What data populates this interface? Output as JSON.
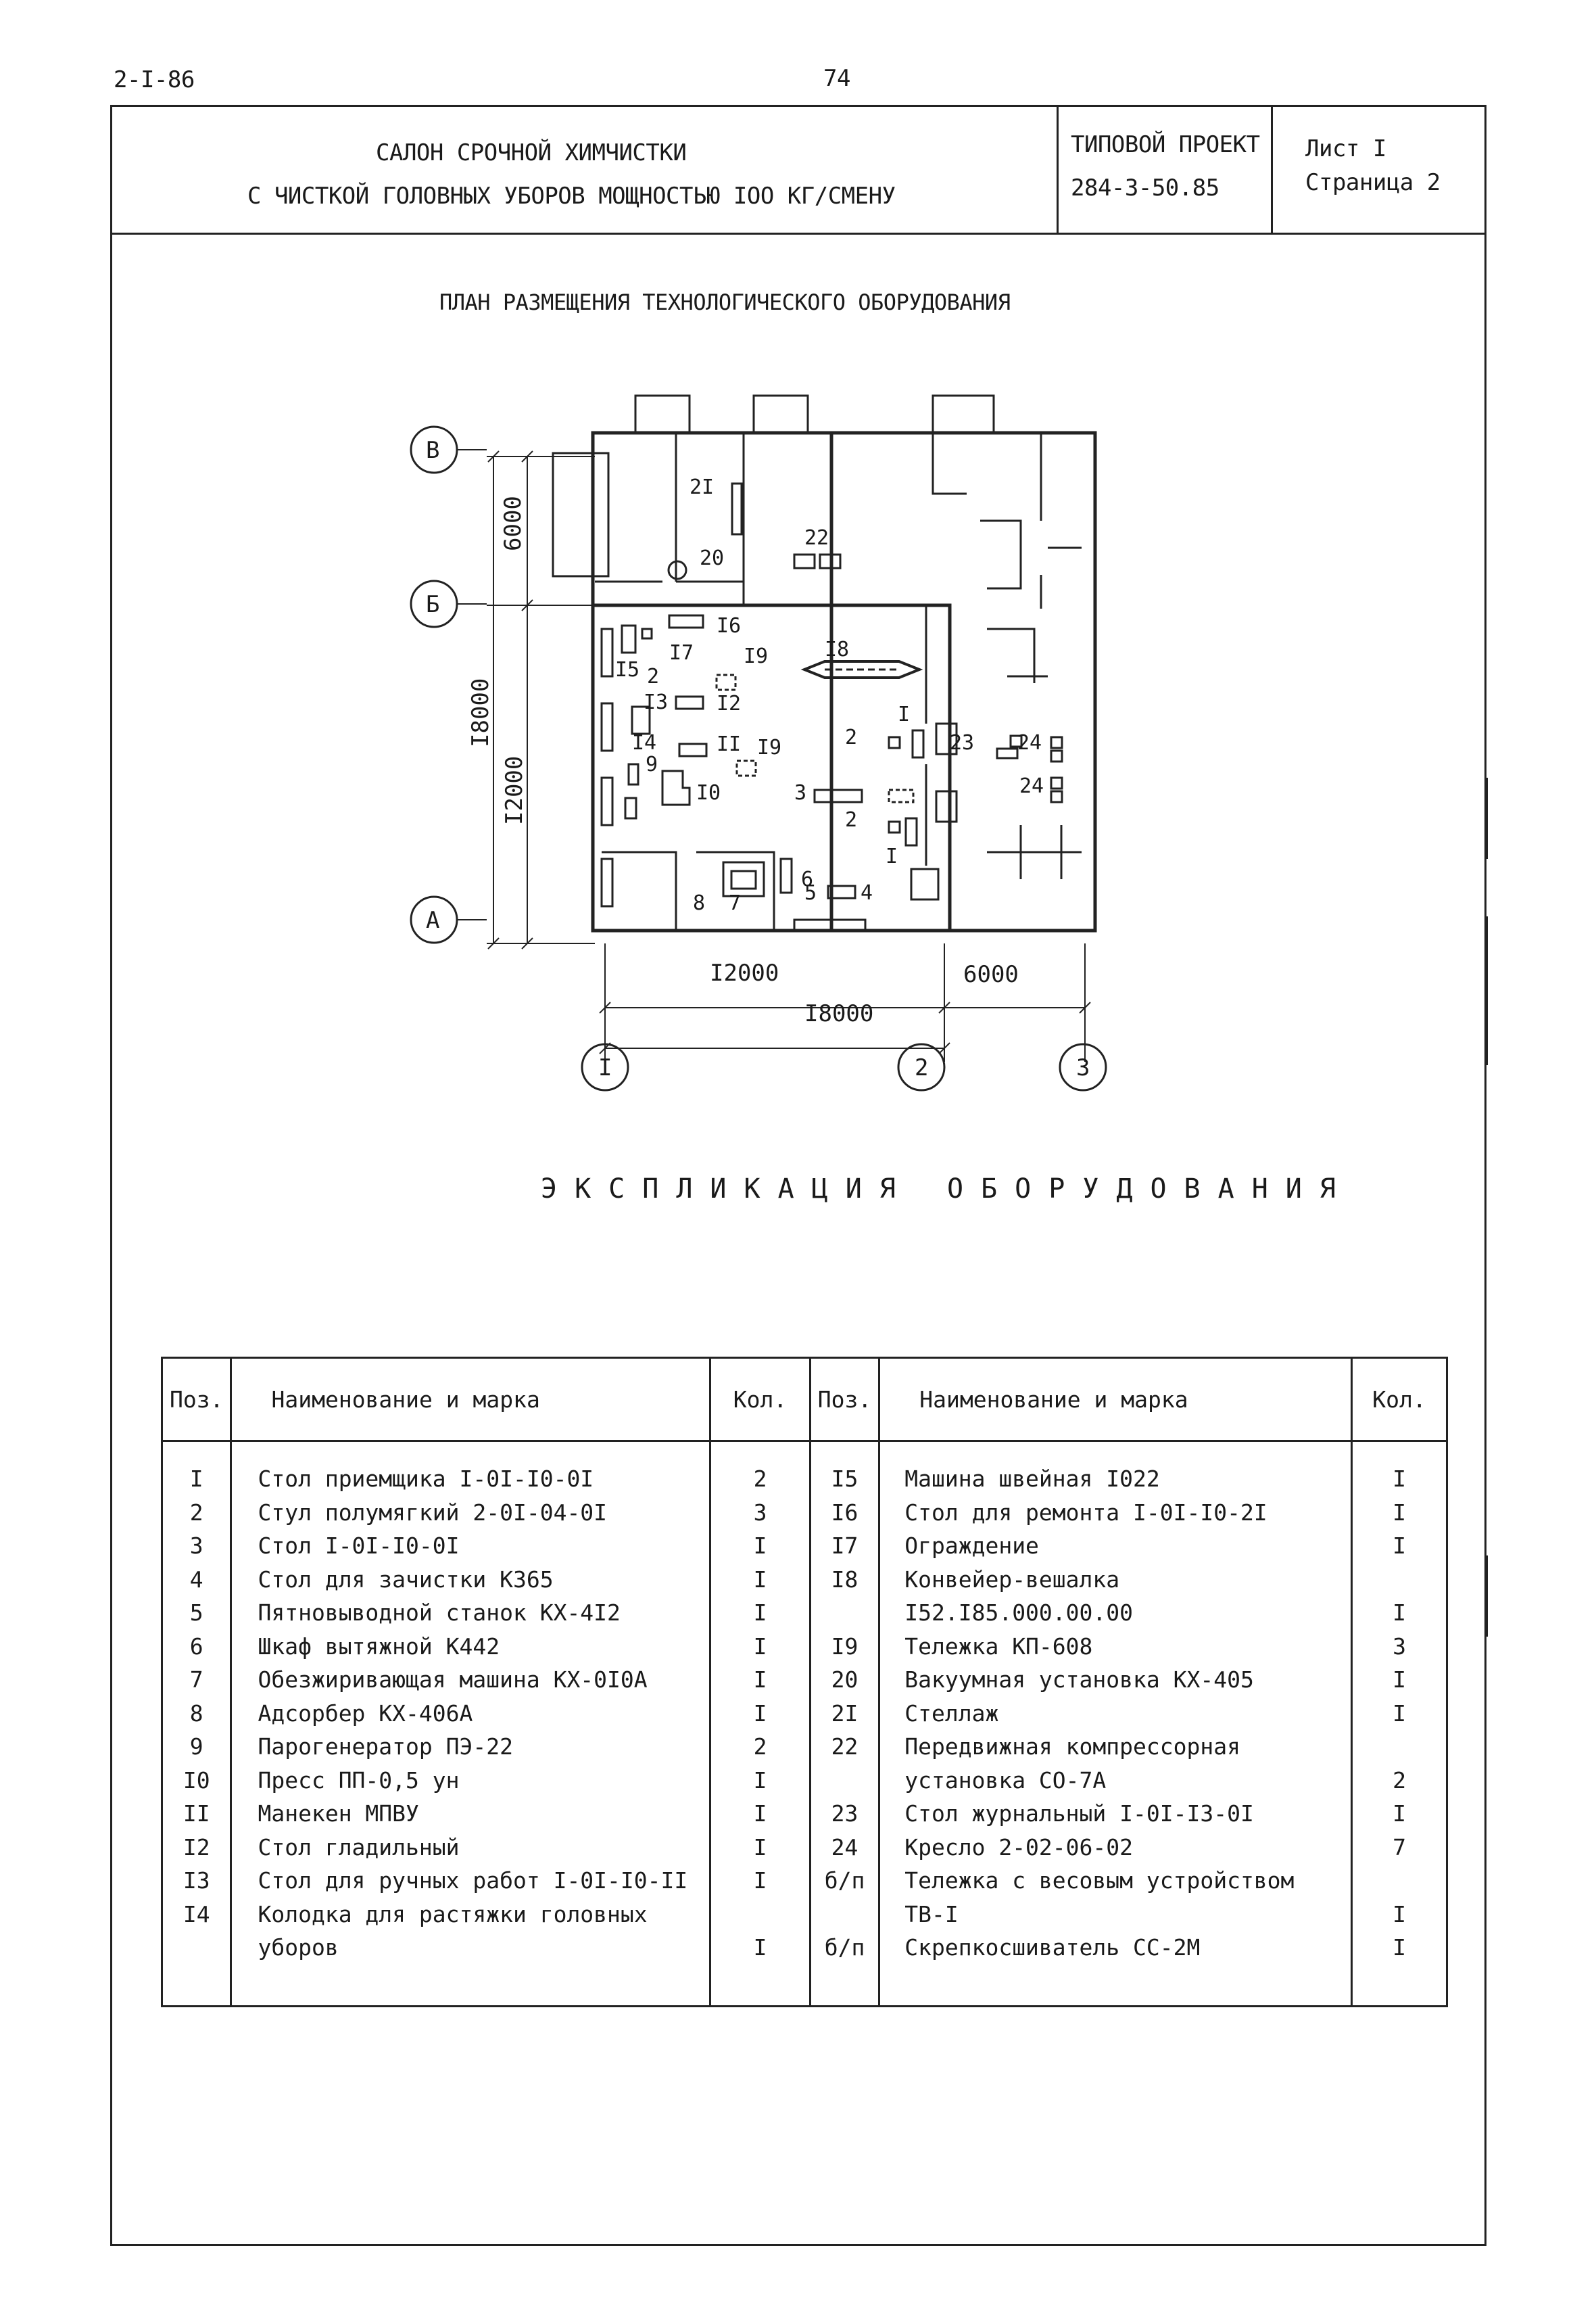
{
  "doc_code": "2-I-86",
  "page_number": "74",
  "header": {
    "title_line1": "САЛОН СРОЧНОЙ ХИМЧИСТКИ",
    "title_line2": "С ЧИСТКОЙ ГОЛОВНЫХ УБОРОВ МОЩНОСТЬЮ IOO КГ/СМЕНУ",
    "project_label": "ТИПОВОЙ ПРОЕКТ",
    "project_number": "284-3-50.85",
    "sheet": "Лист I",
    "page": "Страница 2"
  },
  "plan": {
    "title": "ПЛАН РАЗМЕЩЕНИЯ ТЕХНОЛОГИЧЕСКОГО ОБОРУДОВАНИЯ",
    "axis_rows": [
      "В",
      "Б",
      "А"
    ],
    "axis_cols": [
      "I",
      "2",
      "3"
    ],
    "dims_vertical": [
      "6000",
      "I2000",
      "I8000"
    ],
    "dims_horizontal": [
      "I2000",
      "6000",
      "I8000"
    ],
    "labels": [
      "2I",
      "20",
      "22",
      "I6",
      "I5",
      "I7",
      "2",
      "I9",
      "I8",
      "I3",
      "I2",
      "I",
      "2",
      "23",
      "24",
      "24",
      "I4",
      "II",
      "I9",
      "9",
      "I0",
      "3",
      "2",
      "6",
      "I",
      "8",
      "7",
      "5",
      "4"
    ]
  },
  "explication": {
    "title": "ЭКСПЛИКАЦИЯ ОБОРУДОВАНИЯ",
    "headers": {
      "pos": "Поз.",
      "name": "Наименование и марка",
      "qty": "Кол."
    },
    "left": [
      {
        "pos": "I",
        "name": "Стол приемщика I-0I-I0-0I",
        "qty": "2"
      },
      {
        "pos": "2",
        "name": "Стул полумягкий 2-0I-04-0I",
        "qty": "3"
      },
      {
        "pos": "3",
        "name": "Стол I-0I-I0-0I",
        "qty": "I"
      },
      {
        "pos": "4",
        "name": "Стол для зачистки К365",
        "qty": "I"
      },
      {
        "pos": "5",
        "name": "Пятновыводной станок КХ-4I2",
        "qty": "I"
      },
      {
        "pos": "6",
        "name": "Шкаф вытяжной К442",
        "qty": "I"
      },
      {
        "pos": "7",
        "name": "Обезжиривающая машина КХ-0I0А",
        "qty": "I"
      },
      {
        "pos": "8",
        "name": "Адсорбер КХ-406А",
        "qty": "I"
      },
      {
        "pos": "9",
        "name": "Парогенератор ПЭ-22",
        "qty": "2"
      },
      {
        "pos": "I0",
        "name": "Пресс ПП-0,5 ун",
        "qty": "I"
      },
      {
        "pos": "II",
        "name": "Манекен МПВУ",
        "qty": "I"
      },
      {
        "pos": "I2",
        "name": "Стол гладильный",
        "qty": "I"
      },
      {
        "pos": "I3",
        "name": "Стол для ручных работ I-0I-I0-II",
        "qty": "I"
      },
      {
        "pos": "I4",
        "name": "Колодка для растяжки головных",
        "qty": ""
      },
      {
        "pos": "",
        "name": "уборов",
        "qty": "I"
      }
    ],
    "right": [
      {
        "pos": "I5",
        "name": "Машина швейная I022",
        "qty": "I"
      },
      {
        "pos": "I6",
        "name": "Стол для ремонта I-0I-I0-2I",
        "qty": "I"
      },
      {
        "pos": "I7",
        "name": "Ограждение",
        "qty": "I"
      },
      {
        "pos": "I8",
        "name": "Конвейер-вешалка",
        "qty": ""
      },
      {
        "pos": "",
        "name": "I52.I85.000.00.00",
        "qty": "I"
      },
      {
        "pos": "I9",
        "name": "Тележка КП-608",
        "qty": "3"
      },
      {
        "pos": "20",
        "name": "Вакуумная установка КХ-405",
        "qty": "I"
      },
      {
        "pos": "2I",
        "name": "Стеллаж",
        "qty": "I"
      },
      {
        "pos": "22",
        "name": "Передвижная компрессорная",
        "qty": ""
      },
      {
        "pos": "",
        "name": "установка СО-7А",
        "qty": "2"
      },
      {
        "pos": "23",
        "name": "Стол журнальный I-0I-I3-0I",
        "qty": "I"
      },
      {
        "pos": "24",
        "name": "Кресло 2-02-06-02",
        "qty": "7"
      },
      {
        "pos": "б/п",
        "name": "Тележка с весовым устройством",
        "qty": ""
      },
      {
        "pos": "",
        "name": "ТВ-I",
        "qty": "I"
      },
      {
        "pos": "б/п",
        "name": "Скрепкосшиватель СС-2М",
        "qty": "I"
      }
    ]
  }
}
